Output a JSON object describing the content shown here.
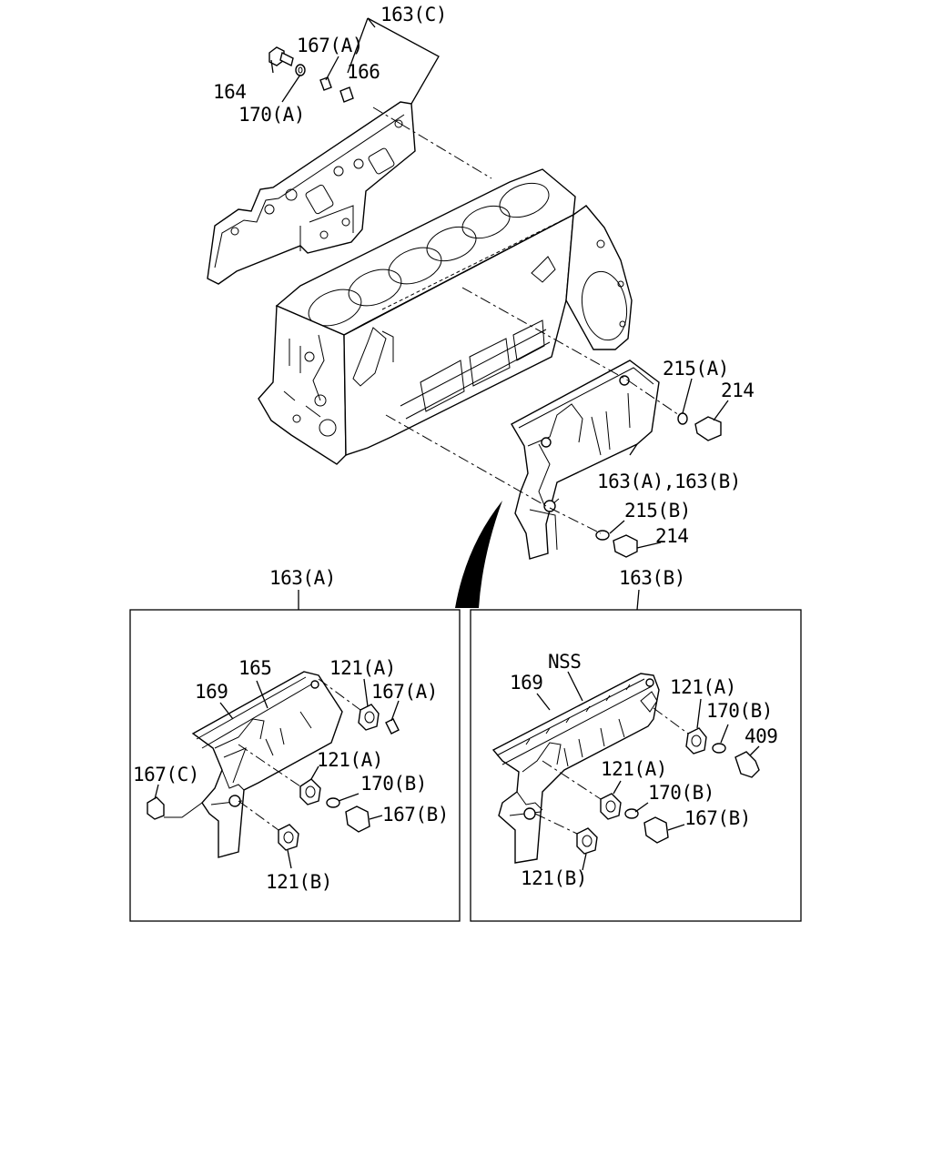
{
  "labels": {
    "l_163c": "163(C)",
    "l_167a_top": "167(A)",
    "l_166": "166",
    "l_164": "164",
    "l_170a": "170(A)",
    "l_215a": "215(A)",
    "l_214_top": "214",
    "l_163ab": "163(A),163(B)",
    "l_215b": "215(B)",
    "l_214_bot": "214",
    "l_163a_title": "163(A)",
    "l_163b_title": "163(B)",
    "a_165": "165",
    "a_169": "169",
    "a_121a_1": "121(A)",
    "a_167a": "167(A)",
    "a_167c": "167(C)",
    "a_121a_2": "121(A)",
    "a_170b": "170(B)",
    "a_167b": "167(B)",
    "a_121b": "121(B)",
    "b_nss": "NSS",
    "b_169": "169",
    "b_121a_1": "121(A)",
    "b_170b_1": "170(B)",
    "b_409": "409",
    "b_121a_2": "121(A)",
    "b_170b_2": "170(B)",
    "b_167b": "167(B)",
    "b_121b": "121(B)"
  }
}
